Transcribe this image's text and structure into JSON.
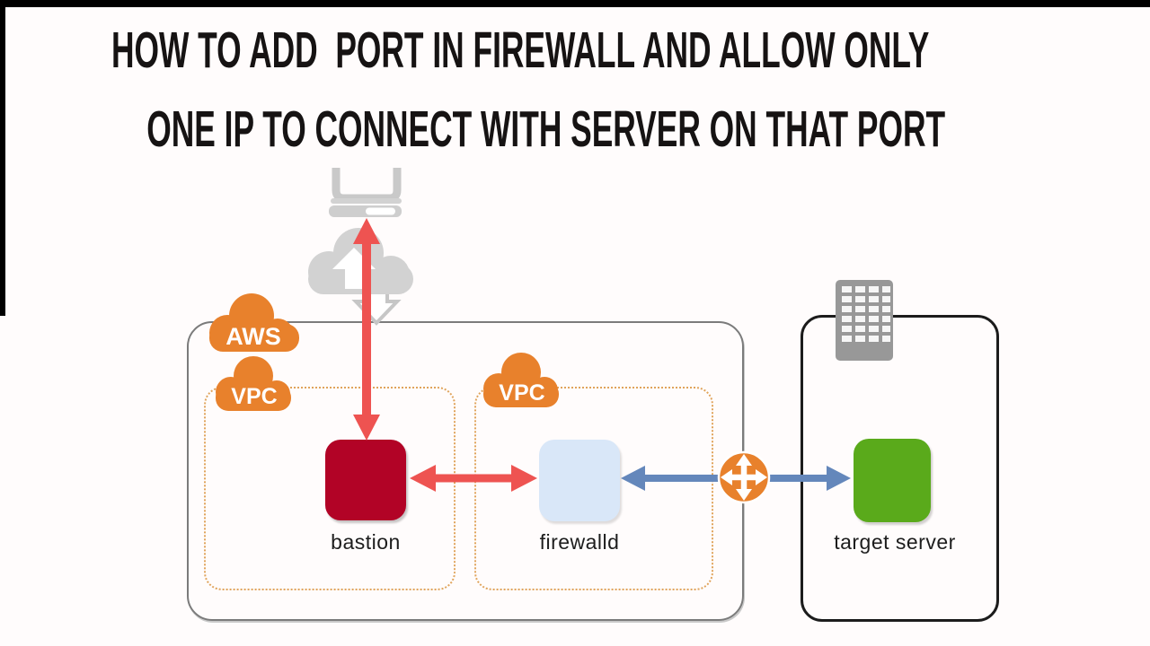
{
  "title": {
    "line1": "HOW TO ADD  PORT IN FIREWALL AND ALLOW ONLY",
    "line2": "ONE IP TO CONNECT WITH SERVER ON THAT PORT"
  },
  "diagram": {
    "aws_cloud_label": "AWS",
    "vpc1_cloud_label": "VPC",
    "vpc2_cloud_label": "VPC",
    "nodes": {
      "bastion": {
        "label": "bastion"
      },
      "firewalld": {
        "label": "firewalld"
      },
      "target_server": {
        "label": "target server"
      }
    },
    "colors": {
      "node_bastion": "#b20326",
      "node_firewalld": "#d9e7f8",
      "node_target": "#5aaa1b",
      "orange": "#e8812c",
      "arrow_red": "#ee5351",
      "arrow_blue": "#6487bb",
      "aws_border": "#7b7b7b",
      "vpc_border": "#e0a45c",
      "target_border": "#1c1c1c",
      "icon_gray": "#d2d2d2",
      "title_text": "#161313",
      "label_text": "#1d1d1d"
    }
  }
}
